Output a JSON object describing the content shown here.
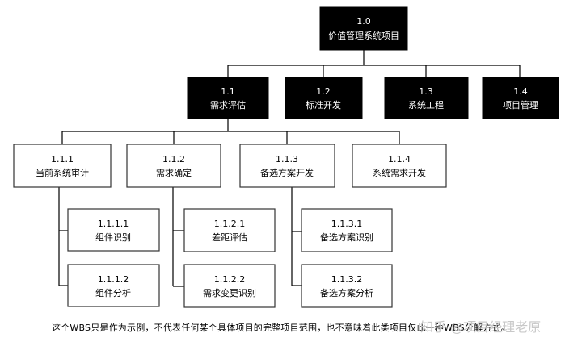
{
  "root": {
    "code": "1.0",
    "label": "价值管理系统项目"
  },
  "level1": [
    {
      "code": "1.1",
      "label": "需求评估"
    },
    {
      "code": "1.2",
      "label": "标准开发"
    },
    {
      "code": "1.3",
      "label": "系统工程"
    },
    {
      "code": "1.4",
      "label": "项目管理"
    }
  ],
  "level2": [
    {
      "code": "1.1.1",
      "label": "当前系统审计"
    },
    {
      "code": "1.1.2",
      "label": "需求确定"
    },
    {
      "code": "1.1.3",
      "label": "备选方案开发"
    },
    {
      "code": "1.1.4",
      "label": "系统需求开发"
    }
  ],
  "level3": [
    {
      "code": "1.1.1.1",
      "label": "组件识别"
    },
    {
      "code": "1.1.1.2",
      "label": "组件分析"
    },
    {
      "code": "1.1.2.1",
      "label": "差距评估"
    },
    {
      "code": "1.1.2.2",
      "label": "需求变更识别"
    },
    {
      "code": "1.1.3.1",
      "label": "备选方案识别"
    },
    {
      "code": "1.1.3.2",
      "label": "备选方案分析"
    }
  ],
  "caption": "这个WBS只是作为示例，不代表任何某个具体项目的完整项目范围，也不意味着此类项目仅此一种WBS分解方式。",
  "watermark": "知乎 @项目经理老原"
}
